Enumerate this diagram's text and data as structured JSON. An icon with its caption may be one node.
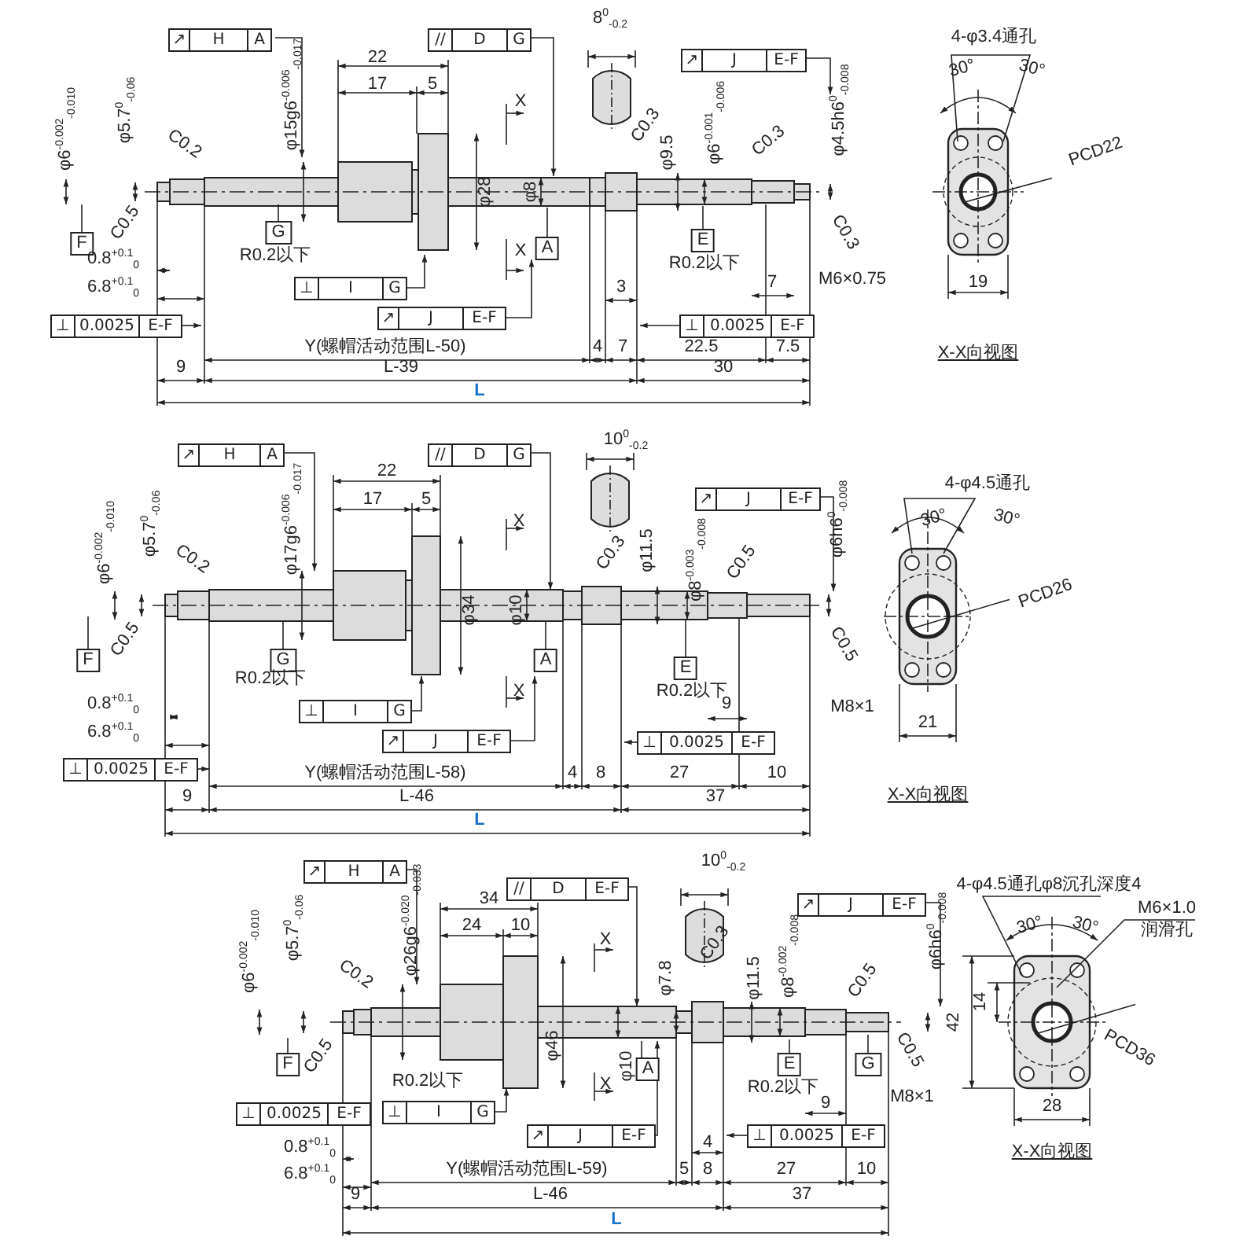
{
  "diagram": {
    "labels": [
      "↗",
      "H",
      "A",
      "//",
      "D",
      "G",
      "8$^{0}$$_{-0.2}$",
      "↗",
      "J",
      "E-F",
      "4-φ3.4通孔",
      "30°",
      "30°",
      "φ6$^{-0.002}$$_{-0.010}$",
      "φ5.7$^{0}$$_{-0.06}$",
      "C0.2",
      "φ15g6$^{-0.006}$$_{-0.017}$",
      "22",
      "17",
      "5",
      "X",
      "φ28",
      "φ8",
      "C0.3",
      "φ9.5",
      "φ6$^{-0.001}$$_{-0.006}$",
      "C0.3",
      "φ4.5h6$^{0}$$_{-0.008}$",
      "PCD22",
      "C0.5",
      "F",
      "G",
      "X",
      "A",
      "E",
      "R0.2以下",
      "R0.2以下",
      "C0.3",
      "0.8$^{+0.1}$$_{0}$",
      "⊥",
      "I",
      "G",
      "7",
      "M6×0.75",
      "6.8$^{+0.1}$$_{0}$",
      "3",
      "↗",
      "J",
      "E-F",
      "⊥",
      "0.0025",
      "E-F",
      "⊥",
      "0.0025",
      "E-F",
      "19",
      "Y(螺帽活动范围L-50)",
      "4",
      "7",
      "22.5",
      "7.5",
      "X-X向视图",
      "9",
      "L-39",
      "30",
      "L",
      "↗",
      "H",
      "A",
      "//",
      "D",
      "G",
      "10$^{0}$$_{-0.2}$",
      "↗",
      "J",
      "E-F",
      "4-φ4.5通孔",
      "30°",
      "30°",
      "φ6$^{-0.002}$$_{-0.010}$",
      "φ5.7$^{0}$$_{-0.06}$",
      "C0.2",
      "φ17g6$^{-0.006}$$_{-0.017}$",
      "22",
      "17",
      "5",
      "X",
      "φ34",
      "φ10",
      "C0.3",
      "φ11.5",
      "φ8$^{-0.003}$$_{-0.008}$",
      "C0.5",
      "φ6h6$^{0}$$_{-0.008}$",
      "PCD26",
      "C0.5",
      "F",
      "G",
      "X",
      "A",
      "E",
      "R0.2以下",
      "R0.2以下",
      "C0.5",
      "0.8$^{+0.1}$$_{0}$",
      "⊥",
      "I",
      "G",
      "9",
      "M8×1",
      "6.8$^{+0.1}$$_{0}$",
      "↗",
      "J",
      "E-F",
      "⊥",
      "0.0025",
      "E-F",
      "⊥",
      "0.0025",
      "E-F",
      "21",
      "Y(螺帽活动范围L-58)",
      "4",
      "8",
      "27",
      "10",
      "9",
      "L-46",
      "37",
      "X-X向视图",
      "L",
      "↗",
      "H",
      "A",
      "//",
      "D",
      "E-F",
      "10$^{0}$$_{-0.2}$",
      "↗",
      "J",
      "E-F",
      "4-φ4.5通孔φ8沉孔深度4",
      "M6×1.0",
      "30°",
      "30°",
      "润滑孔",
      "φ6$^{-0.002}$$_{-0.010}$",
      "φ5.7$^{0}$$_{-0.06}$",
      "C0.2",
      "φ26g6$^{-0.020}$$_{-0.033}$",
      "34",
      "24",
      "10",
      "X",
      "φ7.8",
      "C0.3",
      "φ11.5",
      "φ8$^{-0.002}$$_{-0.008}$",
      "C0.5",
      "φ6h6$^{0}$$_{-0.008}$",
      "42",
      "14",
      "PCD36",
      "F",
      "C0.5",
      "φ46",
      "φ10",
      "A",
      "E",
      "G",
      "C0.5",
      "X",
      "R0.2以下",
      "R0.2以下",
      "⊥",
      "0.0025",
      "E-F",
      "⊥",
      "I",
      "G",
      "9",
      "M8×1",
      "↗",
      "J",
      "E-F",
      "4",
      "⊥",
      "0.0025",
      "E-F",
      "28",
      "0.8$^{+0.1}$$_{0}$",
      "X-X向视图",
      "6.8$^{+0.1}$$_{0}$",
      "Y(螺帽活动范围L-59)",
      "5",
      "8",
      "27",
      "10",
      "9",
      "L-46",
      "37",
      "L"
    ]
  }
}
